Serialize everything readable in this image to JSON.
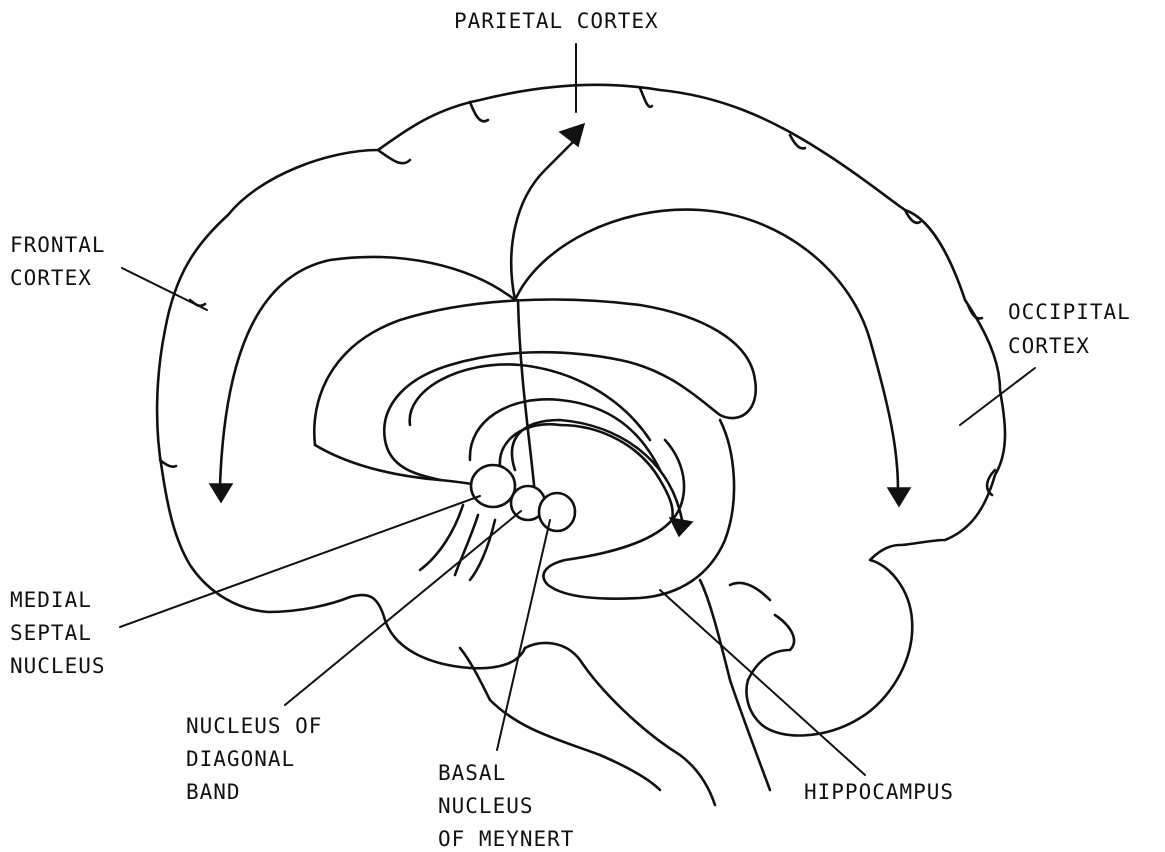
{
  "labels": {
    "parietal_cortex": [
      "PARIETAL CORTEX"
    ],
    "frontal_cortex": [
      "FRONTAL",
      "CORTEX"
    ],
    "occipital_cortex": [
      "OCCIPITAL",
      "CORTEX"
    ],
    "medial_septal_nucleus": [
      "MEDIAL",
      "SEPTAL",
      "NUCLEUS"
    ],
    "nucleus_of_diagonal_band": [
      "NUCLEUS OF",
      "DIAGONAL",
      "BAND"
    ],
    "basal_nucleus_of_meynert": [
      "BASAL",
      "NUCLEUS",
      "OF MEYNERT"
    ],
    "hippocampus": [
      "HIPPOCAMPUS"
    ]
  }
}
